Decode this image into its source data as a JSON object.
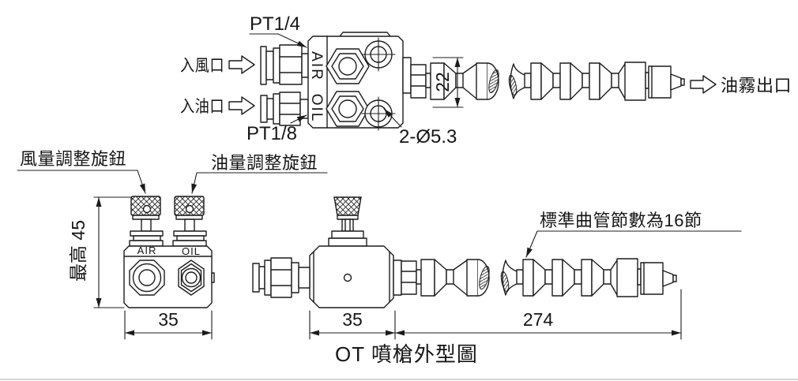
{
  "colors": {
    "line": "#1c1c1c",
    "background": "#ffffff"
  },
  "drawing_title": "OT 噴槍外型圖",
  "top_view": {
    "thread_top_label": "PT1/4",
    "thread_bottom_label": "PT1/8",
    "air_inlet_label": "入風口",
    "oil_inlet_label": "入油口",
    "air_port_label": "AIR",
    "oil_port_label": "OIL",
    "segment_diameter_dim": "22",
    "mounting_holes_label": "2-Ø5.3",
    "mist_outlet_label": "油霧出口"
  },
  "front_view": {
    "air_knob_label": "風量調整旋鈕",
    "oil_knob_label": "油量調整旋鈕",
    "air_port_label": "AIR",
    "oil_port_label": "OIL",
    "height_dim": "最高 45",
    "width_dim": "35"
  },
  "side_view": {
    "flex_segments_note": "標準曲管節數為16節",
    "body_width_dim": "35",
    "flex_length_dim": "274"
  },
  "icons": {
    "air_inlet_arrow": "hollow-right-arrow",
    "oil_inlet_arrow": "hollow-right-arrow",
    "mist_outlet_arrow": "hollow-right-arrow"
  }
}
